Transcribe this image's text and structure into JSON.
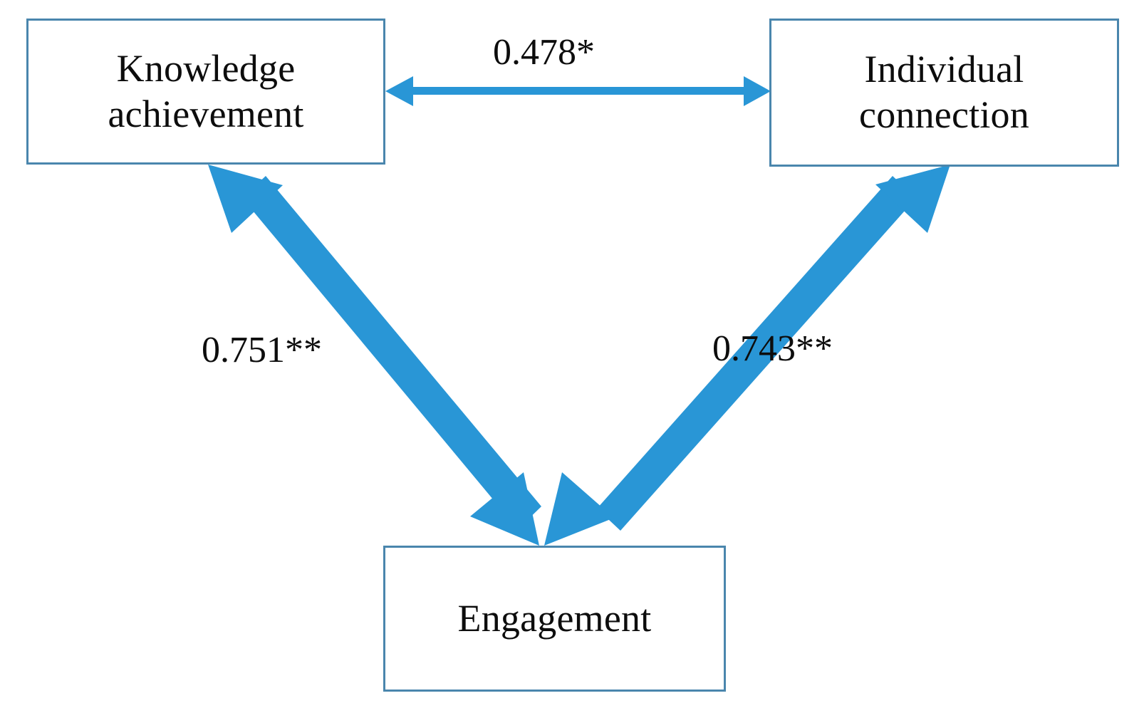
{
  "diagram": {
    "type": "path-diagram",
    "background_color": "#ffffff",
    "box_border_color": "#4a86ad",
    "arrow_color": "#2996d6",
    "text_color": "#0d0d0d",
    "nodes": [
      {
        "id": "knowledge-achievement",
        "label": "Knowledge\nachievement"
      },
      {
        "id": "individual-connection",
        "label": "Individual\nconnection"
      },
      {
        "id": "engagement",
        "label": "Engagement"
      }
    ],
    "edges": [
      {
        "id": "knowledge-connection",
        "from": "knowledge-achievement",
        "to": "individual-connection",
        "label": "0.478*",
        "coefficient": 0.478,
        "significance": "*",
        "style": "thin",
        "arrowheads": "both",
        "orientation": "horizontal"
      },
      {
        "id": "engagement-knowledge",
        "from": "engagement",
        "to": "knowledge-achievement",
        "label": "0.751**",
        "coefficient": 0.751,
        "significance": "**",
        "style": "thick",
        "arrowheads": "both",
        "orientation": "diagonal-up-left"
      },
      {
        "id": "engagement-connection",
        "from": "engagement",
        "to": "individual-connection",
        "label": "0.743**",
        "coefficient": 0.743,
        "significance": "**",
        "style": "thick",
        "arrowheads": "both",
        "orientation": "diagonal-up-right"
      }
    ]
  }
}
